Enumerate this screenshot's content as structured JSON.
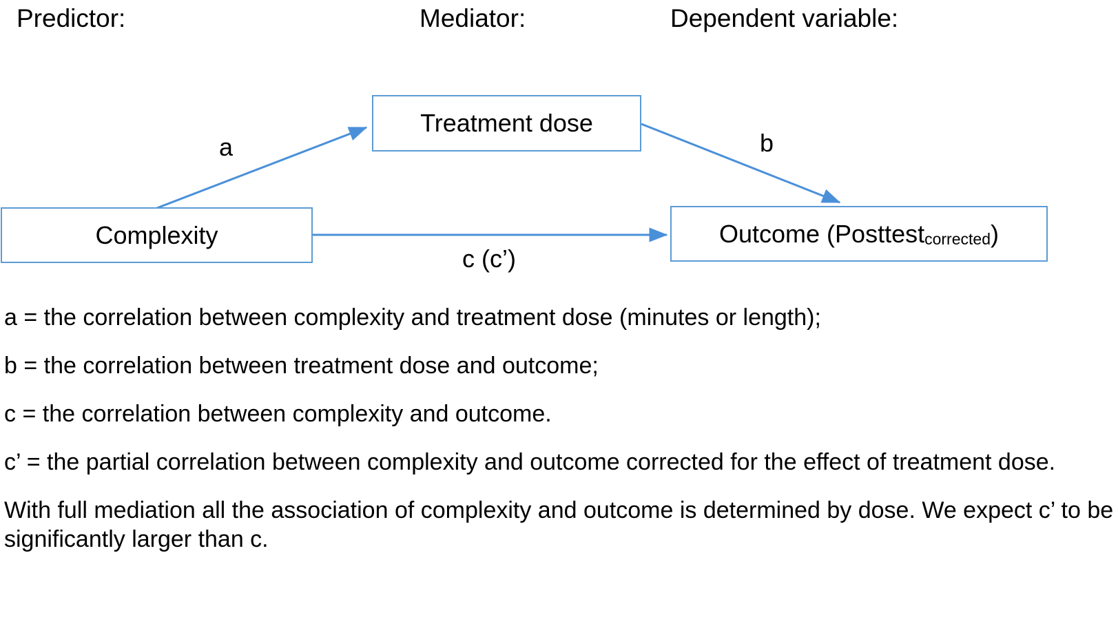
{
  "headers": {
    "predictor": "Predictor:",
    "mediator": "Mediator:",
    "dependent": "Dependent variable:"
  },
  "nodes": {
    "predictor_box": "Complexity",
    "mediator_box": "Treatment dose",
    "outcome_box_main": "Outcome (Posttest",
    "outcome_box_sub": "corrected",
    "outcome_box_close": ")"
  },
  "paths": {
    "a": "a",
    "b": "b",
    "c": "c (c’)"
  },
  "legend": [
    "a = the correlation between complexity and treatment dose (minutes or length);",
    "b = the correlation between treatment dose and outcome;",
    "c = the correlation between complexity and outcome.",
    "c’ = the partial correlation between complexity and outcome corrected for the effect of treatment dose.",
    "With full mediation all the association of complexity and outcome is determined by dose. We expect c’ to be significantly larger than c."
  ],
  "colors": {
    "accent": "#5B9BD5",
    "text": "#000000",
    "background": "#FFFFFF"
  }
}
